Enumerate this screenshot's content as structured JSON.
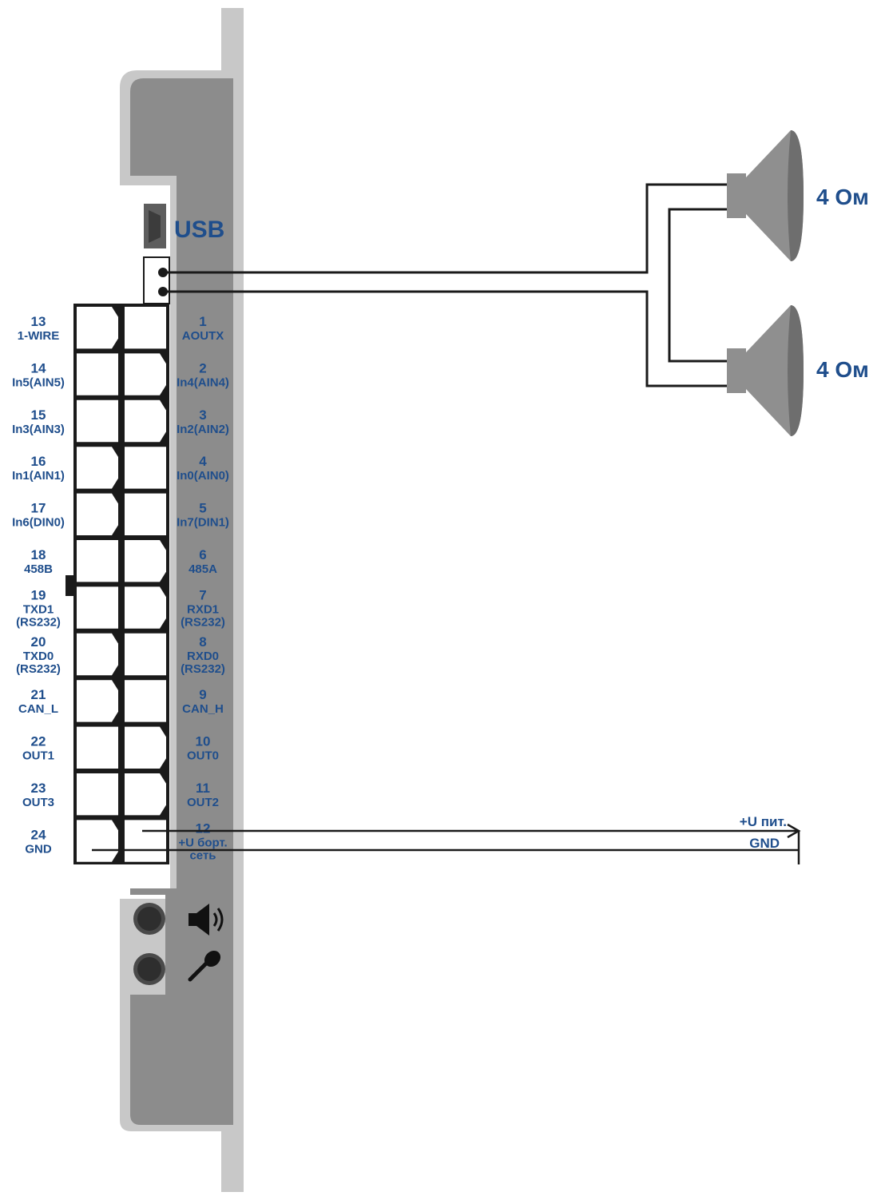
{
  "usb": {
    "label": "USB"
  },
  "speakers": [
    {
      "impedance": "4 Ом"
    },
    {
      "impedance": "4 Ом"
    }
  ],
  "pins_left": [
    {
      "num": "13",
      "lines": [
        "1-WIRE"
      ]
    },
    {
      "num": "14",
      "lines": [
        "In5(AIN5)"
      ]
    },
    {
      "num": "15",
      "lines": [
        "In3(AIN3)"
      ]
    },
    {
      "num": "16",
      "lines": [
        "In1(AIN1)"
      ]
    },
    {
      "num": "17",
      "lines": [
        "In6(DIN0)"
      ]
    },
    {
      "num": "18",
      "lines": [
        "458B"
      ]
    },
    {
      "num": "19",
      "lines": [
        "TXD1",
        "(RS232)"
      ]
    },
    {
      "num": "20",
      "lines": [
        "TXD0",
        "(RS232)"
      ]
    },
    {
      "num": "21",
      "lines": [
        "CAN_L"
      ]
    },
    {
      "num": "22",
      "lines": [
        "OUT1"
      ]
    },
    {
      "num": "23",
      "lines": [
        "OUT3"
      ]
    },
    {
      "num": "24",
      "lines": [
        "GND"
      ]
    }
  ],
  "pins_right": [
    {
      "num": "1",
      "lines": [
        "AOUTX"
      ]
    },
    {
      "num": "2",
      "lines": [
        "In4(AIN4)"
      ]
    },
    {
      "num": "3",
      "lines": [
        "In2(AIN2)"
      ]
    },
    {
      "num": "4",
      "lines": [
        "In0(AIN0)"
      ]
    },
    {
      "num": "5",
      "lines": [
        "In7(DIN1)"
      ]
    },
    {
      "num": "6",
      "lines": [
        "485A"
      ]
    },
    {
      "num": "7",
      "lines": [
        "RXD1",
        "(RS232)"
      ]
    },
    {
      "num": "8",
      "lines": [
        "RXD0",
        "(RS232)"
      ]
    },
    {
      "num": "9",
      "lines": [
        "CAN_H"
      ]
    },
    {
      "num": "10",
      "lines": [
        "OUT0"
      ]
    },
    {
      "num": "11",
      "lines": [
        "OUT2"
      ]
    },
    {
      "num": "12",
      "lines": [
        "+U борт.",
        "сеть"
      ]
    }
  ],
  "power": {
    "plus_label": "+U пит.",
    "gnd_label": "GND"
  },
  "icons": {
    "speaker": "speaker-icon",
    "microphone": "microphone-icon"
  },
  "colors": {
    "label_blue": "#1f4e8c",
    "housing_dark": "#8c8c8c",
    "housing_light": "#c8c8c8",
    "wire": "#1a1a1a",
    "speaker_gray": "#8f8f8f"
  }
}
